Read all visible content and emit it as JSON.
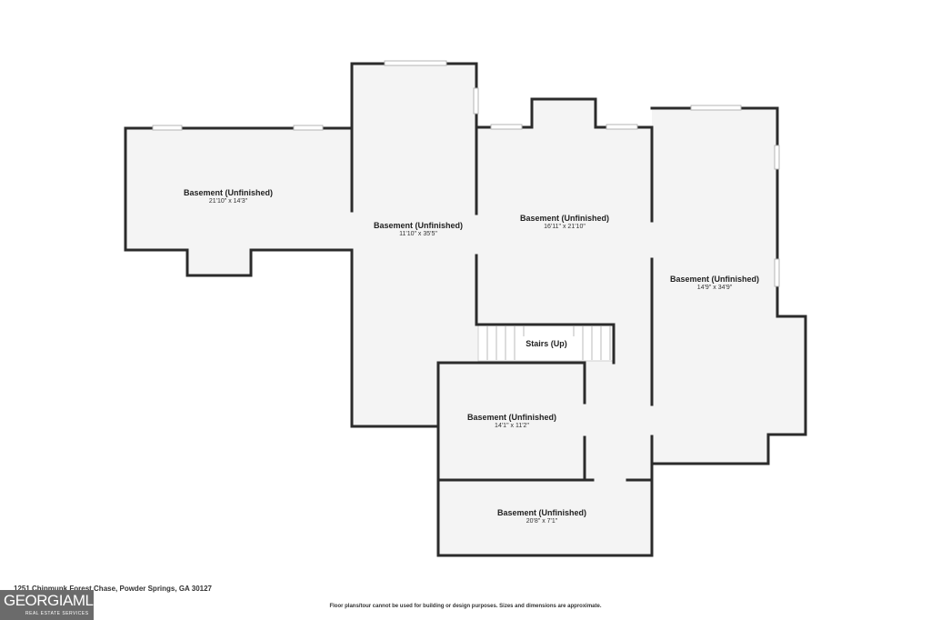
{
  "rooms": [
    {
      "name": "Basement (Unfinished)",
      "dim": "21'10\" x 14'3\""
    },
    {
      "name": "Basement (Unfinished)",
      "dim": "11'10\" x 35'5\""
    },
    {
      "name": "Basement (Unfinished)",
      "dim": "16'11\" x 21'10\""
    },
    {
      "name": "Basement (Unfinished)",
      "dim": "14'9\" x 34'9\""
    },
    {
      "name": "Stairs (Up)",
      "dim": ""
    },
    {
      "name": "Basement (Unfinished)",
      "dim": "14'1\" x 11'2\""
    },
    {
      "name": "Basement (Unfinished)",
      "dim": "20'8\" x 7'1\""
    }
  ],
  "footer": {
    "address": "1251 Chipmunk Forest Chase, Powder Springs, GA 30127",
    "disclaimer": "Floor plans/tour cannot be used for building or design purposes. Sizes and dimensions are approximate."
  },
  "logo": {
    "main": "GEORGIAMLS",
    "sub": "REAL ESTATE SERVICES"
  },
  "colors": {
    "wall": "#2b2b2b",
    "floor": "#f4f4f4",
    "window": "#c9c9c9"
  }
}
